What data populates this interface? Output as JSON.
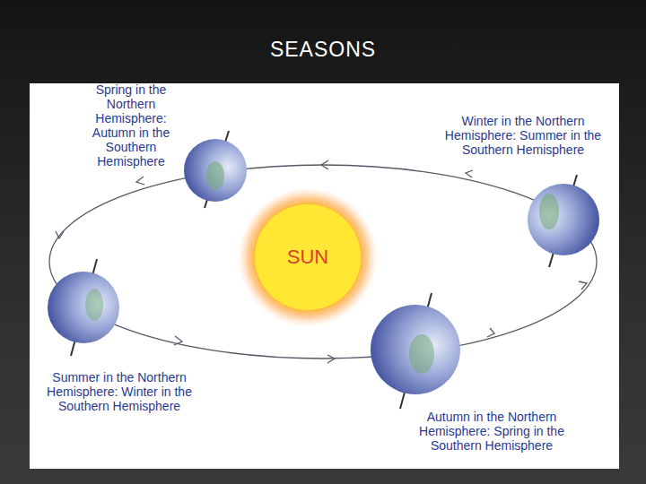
{
  "diagram": {
    "title": "SEASONS",
    "nodes": [
      {
        "text": [
          "SUN"
        ]
      }
    ],
    "labels": [
      "Spring in the Northern Hemisphere: Autumn in the Southern Hemisphere",
      "Winter in the Northern Hemisphere: Summer in the Southern Hemisphere",
      "Summer in the Northern Hemisphere: Winter in the Southern Hemisphere",
      "Autumn in the Northern Hemisphere: Spring in the Southern Hemisphere"
    ]
  }
}
